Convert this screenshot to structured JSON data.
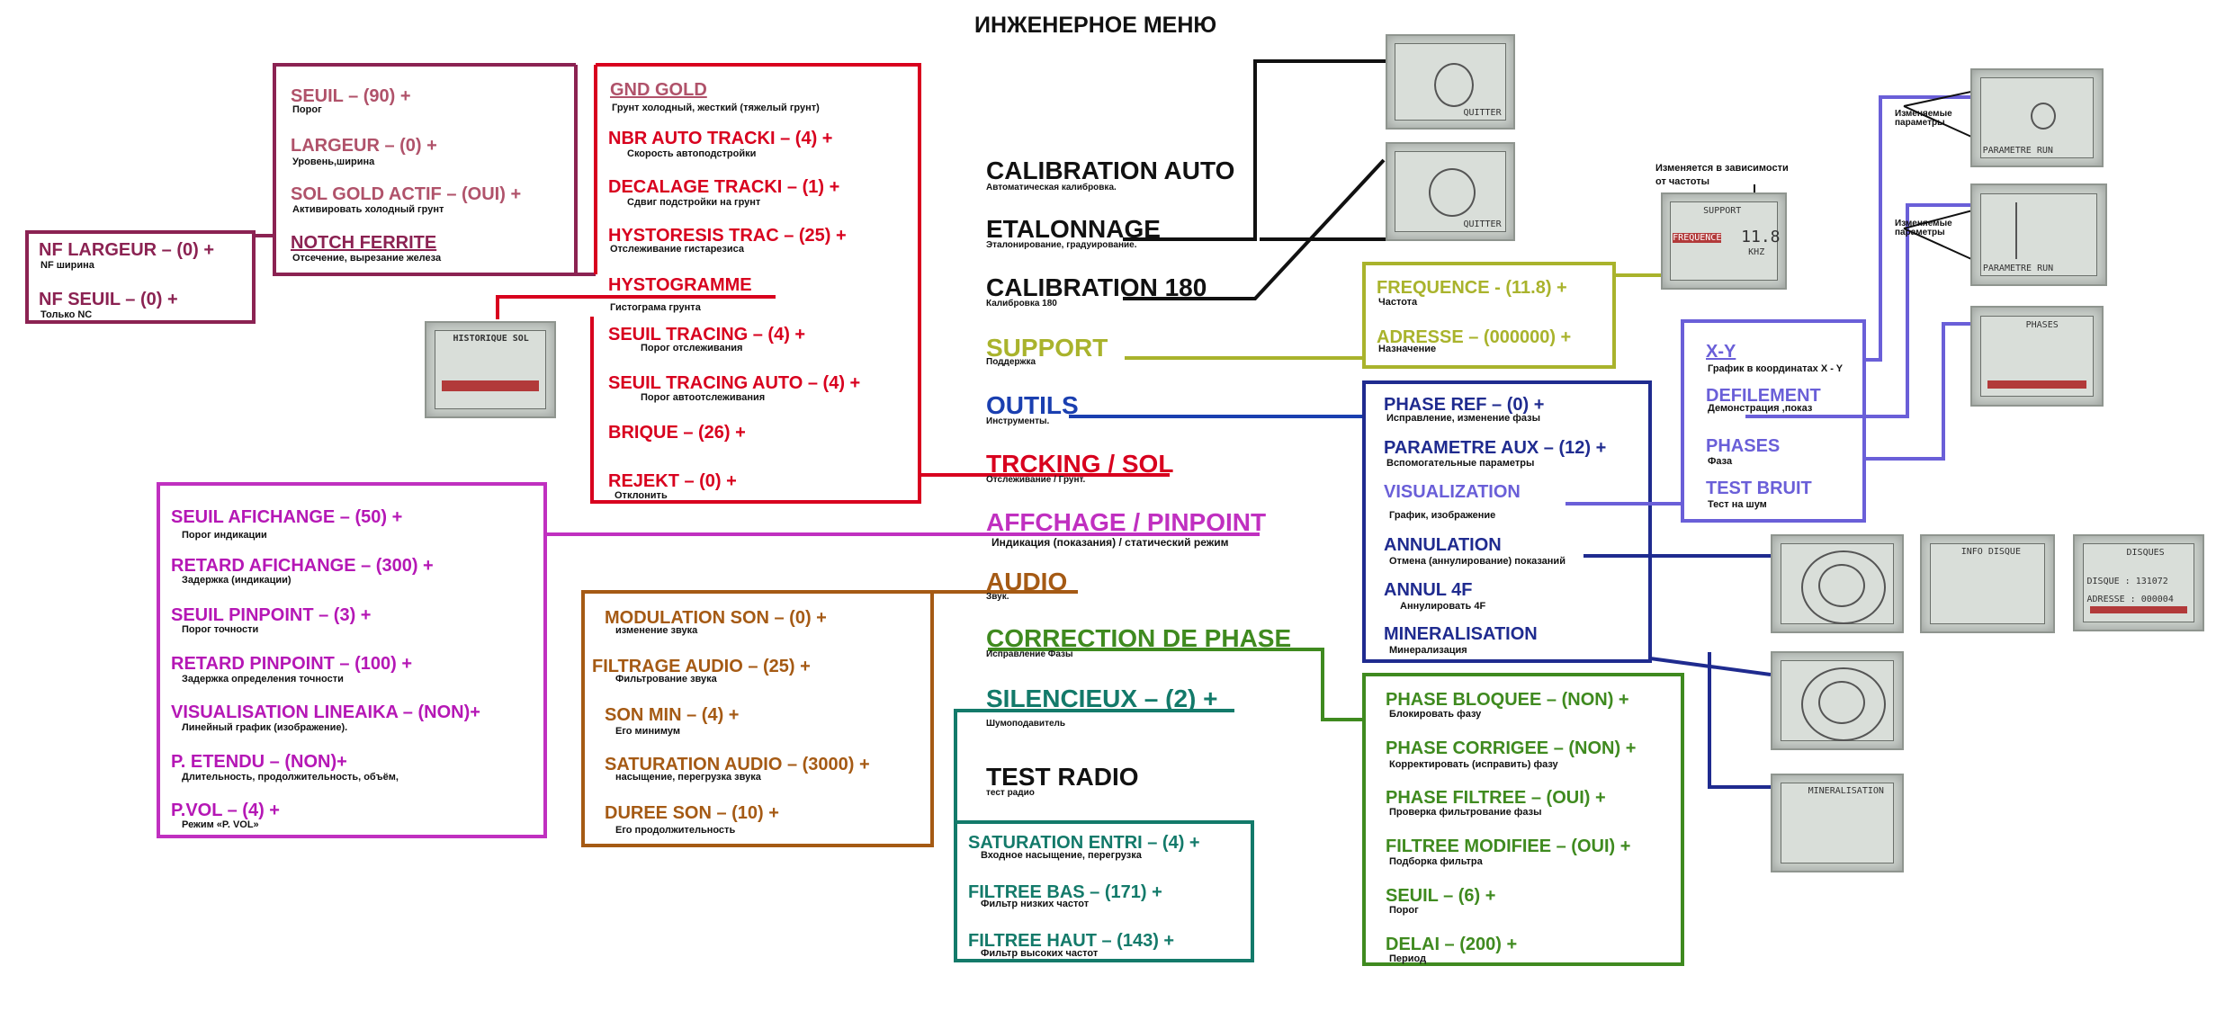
{
  "title": "ИНЖЕНЕРНОЕ МЕНЮ",
  "colors": {
    "maroon": "#8b2252",
    "rose": "#b0526a",
    "red": "#d8001e",
    "black": "#111111",
    "olive": "#a9b32c",
    "blue": "#1a3fb0",
    "navy": "#1f2b8f",
    "purple": "#6a5fd8",
    "magenta": "#b517b5",
    "brown": "#a55a14",
    "green": "#3f8a1f",
    "teal": "#137a6a"
  },
  "main_menu": [
    {
      "label": "CALIBRATION AUTO",
      "note": "Автоматическая калибровка."
    },
    {
      "label": "ETALONNAGE",
      "note": "Эталонирование, градуирование."
    },
    {
      "label": "CALIBRATION 180",
      "note": "Калибровка 180"
    },
    {
      "label": "SUPPORT",
      "note": "Поддержка"
    },
    {
      "label": "OUTILS",
      "note": "Инструменты."
    },
    {
      "label": "TRCKING / SOL",
      "note": "Отслеживание / Грунт."
    },
    {
      "label": "AFFCHAGE / PINPOINT",
      "note": "Индикация (показания) / статический режим"
    },
    {
      "label": "AUDIO",
      "note": "Звук."
    },
    {
      "label": "CORRECTION DE PHASE",
      "note": "Исправление Фазы"
    },
    {
      "label": "SILENCIEUX – (2) +",
      "note": "Шумоподавитель"
    },
    {
      "label": "TEST RADIO",
      "note": "тест радио"
    }
  ],
  "nf": [
    {
      "label": "NF LARGEUR – (0) +",
      "note": "NF ширина"
    },
    {
      "label": "NF SEUIL – (0) +",
      "note": "Только NC"
    }
  ],
  "ground_left": [
    {
      "label": "SEUIL – (90) +",
      "note": "Порог"
    },
    {
      "label": "LARGEUR – (0) +",
      "note": "Уровень,ширина"
    },
    {
      "label": "SOL GOLD ACTIF – (OUI) +",
      "note": "Активировать холодный грунт"
    },
    {
      "label": "NOTCH FERRITE",
      "note": "Отсечение, вырезание железа"
    }
  ],
  "tracking": [
    {
      "label": "GND GOLD",
      "note": "Грунт холодный, жесткий (тяжелый грунт)"
    },
    {
      "label": "NBR AUTO TRACKI – (4) +",
      "note": "Скорость автоподстройки"
    },
    {
      "label": "DECALAGE TRACKI – (1) +",
      "note": "Сдвиг подстройки на грунт"
    },
    {
      "label": "HYSTORESIS TRAC – (25) +",
      "note": "Отслеживание гистарезиса"
    },
    {
      "label": "HYSTOGRAMME",
      "note": "Гистограма грунта"
    },
    {
      "label": "SEUIL TRACING – (4) +",
      "note": "Порог отслеживания"
    },
    {
      "label": "SEUIL TRACING AUTO – (4) +",
      "note": "Порог автоотслеживания"
    },
    {
      "label": "BRIQUE – (26) +",
      "note": ""
    },
    {
      "label": "REJEKT – (0) +",
      "note": "Отклонить"
    }
  ],
  "display": [
    {
      "label": "SEUIL AFICHANGE – (50) +",
      "note": "Порог индикации"
    },
    {
      "label": "RETARD AFICHANGE – (300) +",
      "note": "Задержка (индикации)"
    },
    {
      "label": "SEUIL PINPOINT – (3) +",
      "note": "Порог точности"
    },
    {
      "label": "RETARD PINPOINT – (100) +",
      "note": "Задержка определения точности"
    },
    {
      "label": "VISUALISATION LINEAIKA – (NON)+",
      "note": "Линейный график (изображение)."
    },
    {
      "label": "P. ETENDU – (NON)+",
      "note": "Длительность, продолжительность, объём,"
    },
    {
      "label": "P.VOL – (4) +",
      "note": "Режим «P. VOL»"
    }
  ],
  "audio": [
    {
      "label": "MODULATION SON – (0) +",
      "note": "изменение звука"
    },
    {
      "label": "FILTRAGE AUDIO – (25) +",
      "note": "Фильтрование звука"
    },
    {
      "label": "SON MIN – (4) +",
      "note": "Его минимум"
    },
    {
      "label": "SATURATION AUDIO – (3000) +",
      "note": "насыщение, перегрузка звука"
    },
    {
      "label": "DUREE SON – (10) +",
      "note": "Его продолжительность"
    }
  ],
  "radio": [
    {
      "label": "SATURATION ENTRI – (4) +",
      "note": "Входное насыщение, перегрузка"
    },
    {
      "label": "FILTREE BAS – (171) +",
      "note": "Фильтр низких частот"
    },
    {
      "label": "FILTREE HAUT – (143) +",
      "note": "Фильтр высоких частот"
    }
  ],
  "support": [
    {
      "label": "FREQUENCE - (11.8) +",
      "note": "Частота"
    },
    {
      "label": "ADRESSE – (000000) +",
      "note": "Назначение"
    }
  ],
  "tools": [
    {
      "label": "PHASE REF – (0) +",
      "note": "Исправление, изменение фазы"
    },
    {
      "label": "PARAMETRE AUX – (12) +",
      "note": "Вспомогательные параметры"
    },
    {
      "label": "VISUALIZATION",
      "note": "График, изображение"
    },
    {
      "label": "ANNULATION",
      "note": "Отмена (аннулирование) показаний"
    },
    {
      "label": "ANNUL 4F",
      "note": "Аннулировать 4F"
    },
    {
      "label": "MINERALISATION",
      "note": "Минерализация"
    }
  ],
  "visual": [
    {
      "label": "X-Y",
      "note": "График в координатах X - Y"
    },
    {
      "label": "DEFILEMENT",
      "note": "Демонстрация ,показ"
    },
    {
      "label": "PHASES",
      "note": "Фаза"
    },
    {
      "label": "TEST BRUIT",
      "note": "Тест на шум"
    }
  ],
  "phase": [
    {
      "label": "PHASE BLOQUEE – (NON) +",
      "note": "Блокировать фазу"
    },
    {
      "label": "PHASE CORRIGEE – (NON) +",
      "note": "Корректировать (исправить) фазу"
    },
    {
      "label": "PHASE FILTREE – (OUI) +",
      "note": "Проверка фильтрование фазы"
    },
    {
      "label": "FILTREE MODIFIEE – (OUI) +",
      "note": "Подборка фильтра"
    },
    {
      "label": "SEUIL – (6) +",
      "note": "Порог"
    },
    {
      "label": "DELAI – (200) +",
      "note": "Период"
    }
  ],
  "annotations": {
    "freq_note": "Изменяется в зависимости от частоты",
    "params_note_1": "Изменяемые параметры",
    "params_note_2": "Изменяемые параметры"
  },
  "screens": {
    "historique": "HISTORIQUE SOL",
    "phases": "PHASES",
    "disques": "DISQUES",
    "disque_line": "DISQUE : 131072",
    "adresse_line": "ADRESSE : 000004",
    "mineral": "MINERALISATION",
    "quitter": "QUITTER",
    "support": "SUPPORT",
    "frequence": "FREQUENCE",
    "khz": "KHZ",
    "freq_value": "11.8",
    "info": "INFO DISQUE",
    "parametre_run": "PARAMETRE RUN"
  }
}
